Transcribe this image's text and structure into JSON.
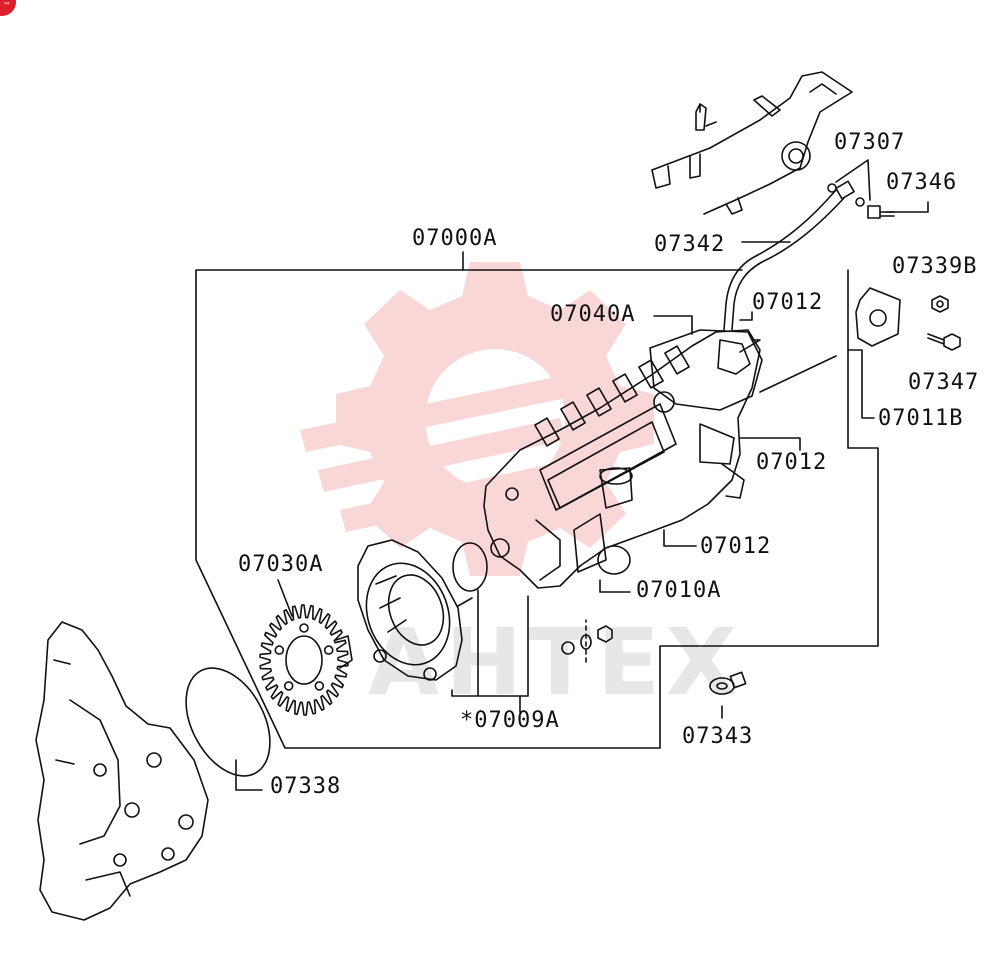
{
  "diagram": {
    "parts": {
      "p07307": "07307",
      "p07346": "07346",
      "p07342": "07342",
      "p07000A": "07000A",
      "p07339B": "07339B",
      "p07040A": "07040A",
      "p07012a": "07012",
      "p07347": "07347",
      "p07011B": "07011B",
      "p07012b": "07012",
      "p07012c": "07012",
      "p07030A": "07030A",
      "p07010A": "07010A",
      "p07009A": "*07009A",
      "p07343": "07343",
      "p07338": "07338"
    },
    "watermark": "AHTEX",
    "watermark_color": "#f08a8a",
    "line_color": "#111111"
  }
}
